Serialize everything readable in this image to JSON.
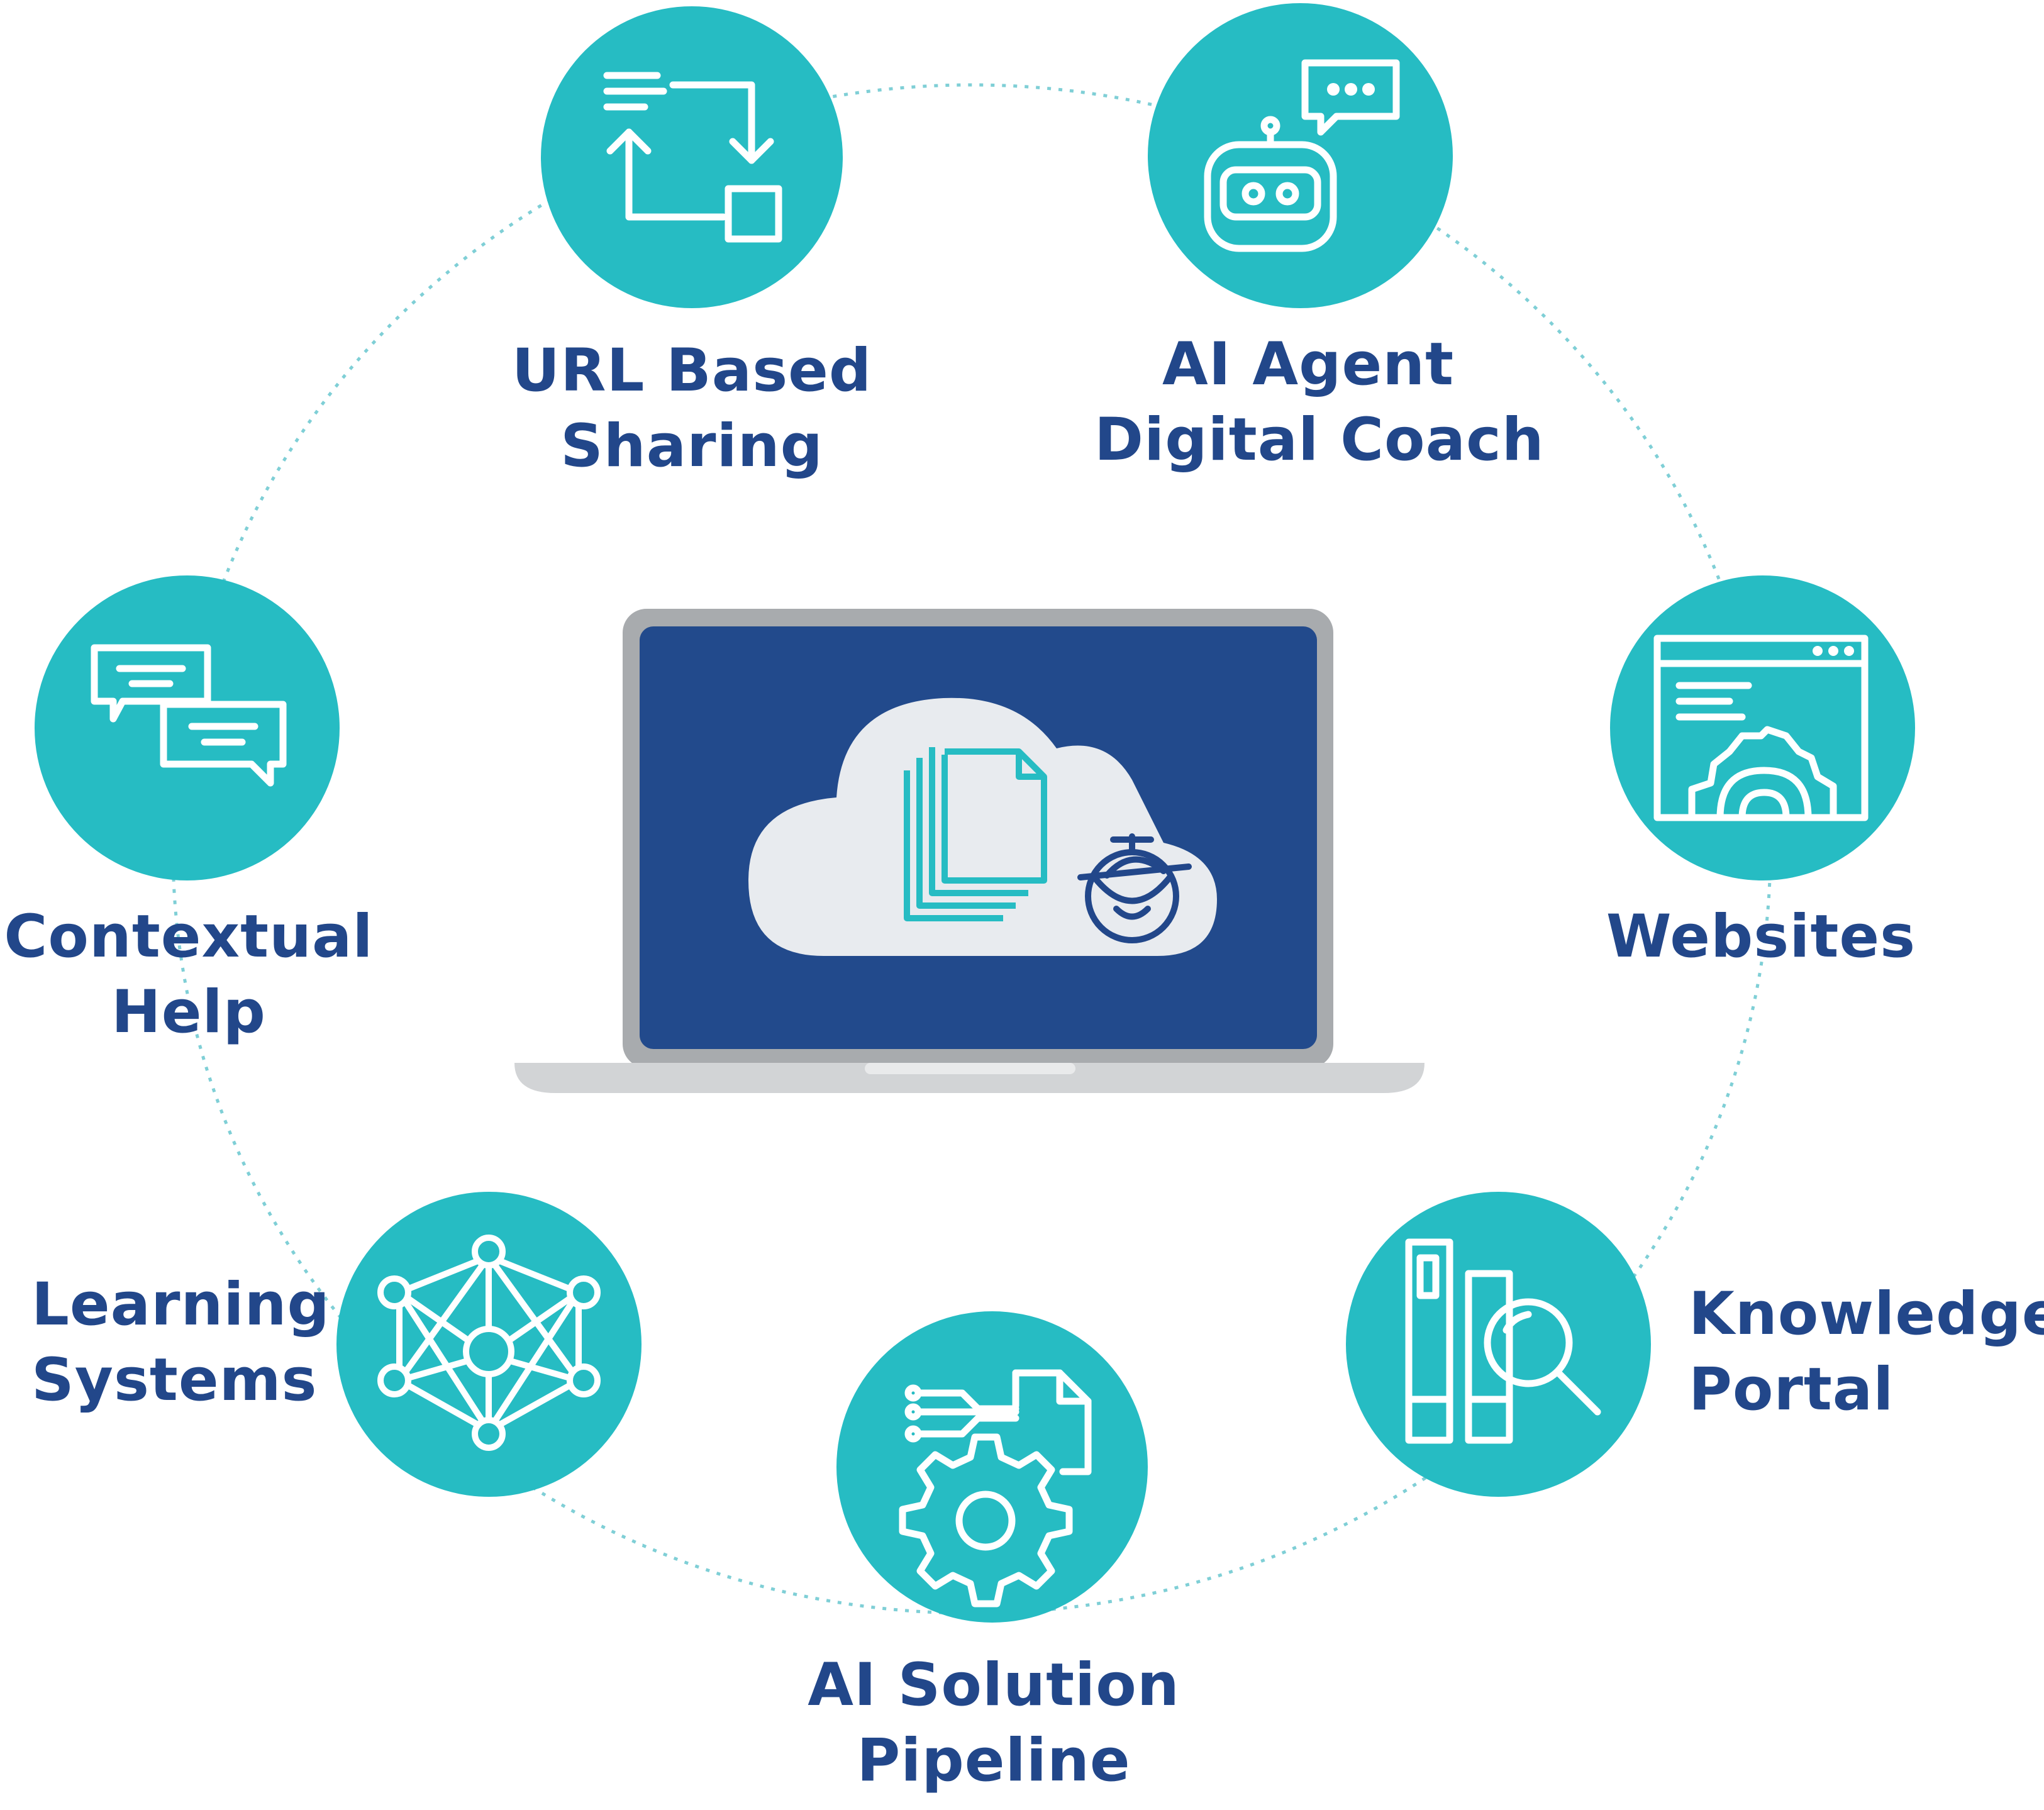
{
  "colors": {
    "accent": "#26BCC3",
    "label": "#22478A",
    "screen": "#224A8C",
    "laptop_frame": "#A8ABAE",
    "laptop_base": "#D2D4D6",
    "cloud": "#E8EBEF",
    "ring": "#7FCFD6"
  },
  "nodes": [
    {
      "id": "url",
      "icon": "transfer-icon",
      "lines": [
        "URL Based",
        "Sharing"
      ]
    },
    {
      "id": "ai_agent",
      "icon": "chatbot-icon",
      "lines": [
        "AI Agent",
        "Digital Coach"
      ]
    },
    {
      "id": "websites",
      "icon": "website-gear-icon",
      "lines": [
        "Websites"
      ]
    },
    {
      "id": "knowledge",
      "icon": "books-search-icon",
      "lines": [
        "Knowledge",
        "Portal"
      ]
    },
    {
      "id": "pipeline",
      "icon": "gear-document-icon",
      "lines": [
        "AI Solution",
        "Pipeline"
      ]
    },
    {
      "id": "learning",
      "icon": "neural-network-icon",
      "lines": [
        "Learning",
        "Systems"
      ]
    },
    {
      "id": "contextual",
      "icon": "chat-bubbles-icon",
      "lines": [
        "Contextual",
        "Help"
      ]
    }
  ],
  "center": {
    "icon": "laptop-cloud-documents-icon"
  }
}
